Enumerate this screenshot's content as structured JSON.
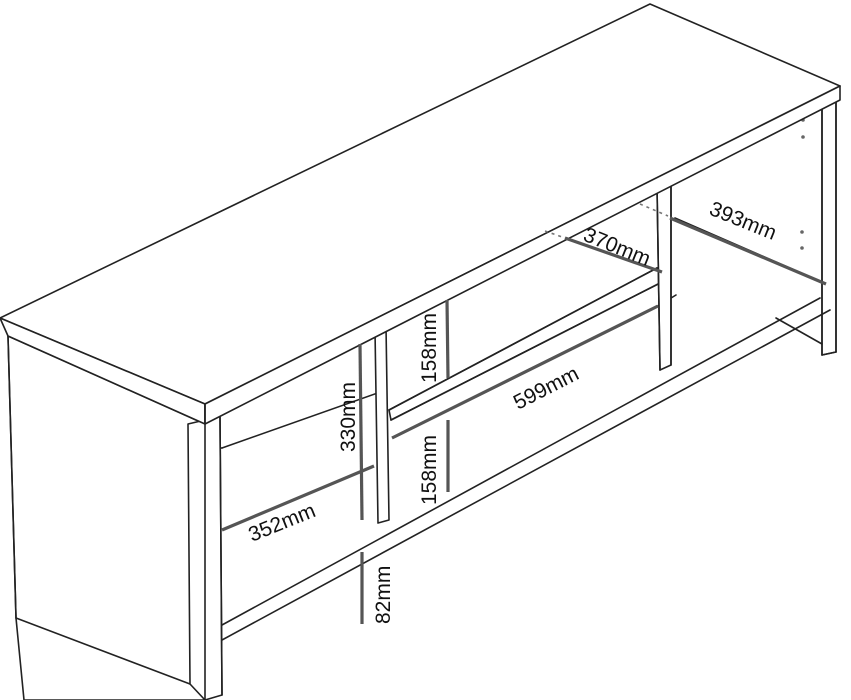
{
  "figure": {
    "subject": "TV stand",
    "dimensions": {
      "depth_right": "393mm",
      "inner_depth": "370mm",
      "shelf_width": "599mm",
      "upper_shelf_height": "158mm",
      "lower_shelf_height": "158mm",
      "compartment_height": "330mm",
      "compartment_depth": "352mm",
      "base_clearance": "82mm"
    },
    "colors": {
      "outline": "#222222",
      "dimension_line": "#555555",
      "background": "#ffffff"
    }
  }
}
